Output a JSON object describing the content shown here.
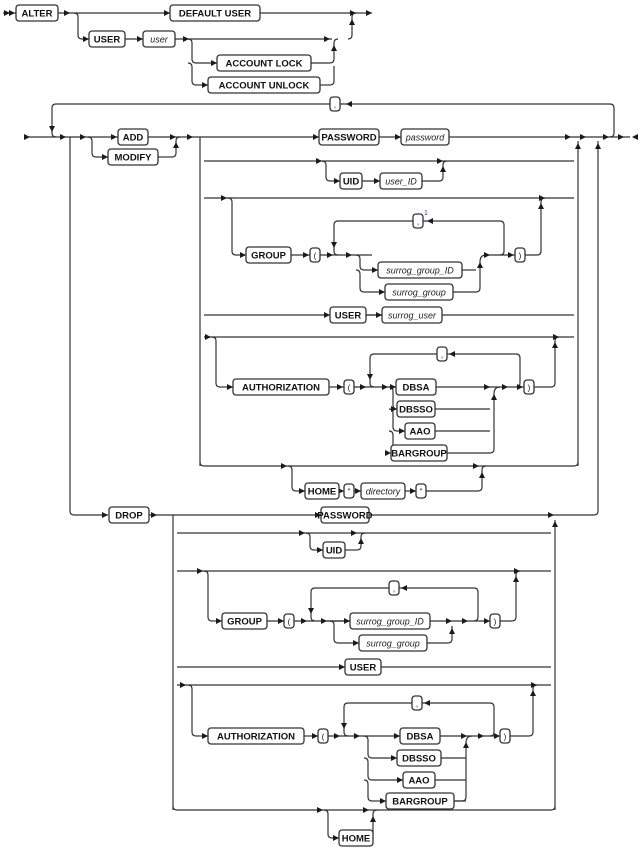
{
  "diagram": {
    "title": "ALTER USER syntax diagram",
    "statement_1": {
      "start_keyword": "ALTER",
      "default_user": "DEFAULT USER",
      "user_keyword": "USER",
      "user_variable": "user",
      "account_lock": "ACCOUNT LOCK",
      "account_unlock": "ACCOUNT UNLOCK"
    },
    "statement_2": {
      "repeat_separator": ",",
      "add_keyword": "ADD",
      "modify_keyword": "MODIFY",
      "drop_keyword": "DROP",
      "add_modify_clauses": {
        "password_keyword": "PASSWORD",
        "password_variable": "password",
        "uid_keyword": "UID",
        "uid_variable": "user_ID",
        "group_keyword": "GROUP",
        "open_paren": "(",
        "close_paren": ")",
        "group_separator": ",",
        "group_separator_footnote": "1",
        "surrog_group_id": "surrog_group_ID",
        "surrog_group": "surrog_group",
        "user_keyword": "USER",
        "surrog_user": "surrog_user",
        "authorization_keyword": "AUTHORIZATION",
        "auth_separator": ",",
        "auth_options": [
          "DBSA",
          "DBSSO",
          "AAO",
          "BARGROUP"
        ],
        "home_keyword": "HOME",
        "quote_open": "\"",
        "directory_variable": "directory",
        "quote_close": "\""
      },
      "drop_clauses": {
        "password_keyword": "PASSWORD",
        "uid_keyword": "UID",
        "group_keyword": "GROUP",
        "open_paren": "(",
        "close_paren": ")",
        "group_separator": ",",
        "surrog_group_id": "surrog_group_ID",
        "surrog_group": "surrog_group",
        "user_keyword": "USER",
        "authorization_keyword": "AUTHORIZATION",
        "auth_separator": ",",
        "auth_options": [
          "DBSA",
          "DBSSO",
          "AAO",
          "BARGROUP"
        ],
        "home_keyword": "HOME"
      }
    }
  }
}
